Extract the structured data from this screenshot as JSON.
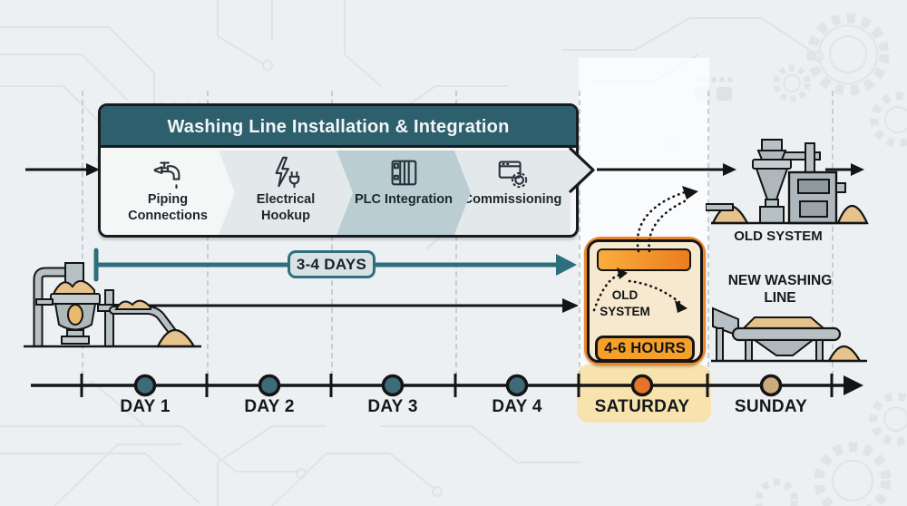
{
  "header": {
    "title": "Washing Line Installation & Integration"
  },
  "phases": [
    {
      "label": "Piping Connections",
      "icon": "faucet-icon"
    },
    {
      "label": "Electrical Hookup",
      "icon": "electrical-plug-icon"
    },
    {
      "label": "PLC Integration",
      "icon": "plc-rack-icon"
    },
    {
      "label": "Commissioning",
      "icon": "commissioning-gear-icon"
    }
  ],
  "duration": {
    "install_badge": "3-4 DAYS",
    "cutover_badge": "4-6 HOURS"
  },
  "cutover_box": {
    "label": "OLD SYSTEM"
  },
  "illustrations": {
    "old_system_label": "OLD SYSTEM",
    "new_washing_line_label": "NEW WASHING LINE"
  },
  "timeline": {
    "days": [
      {
        "label": "DAY 1",
        "dot_color": "#3d6b77",
        "highlighted": false
      },
      {
        "label": "DAY 2",
        "dot_color": "#3d6b77",
        "highlighted": false
      },
      {
        "label": "DAY 3",
        "dot_color": "#3d6b77",
        "highlighted": false
      },
      {
        "label": "DAY 4",
        "dot_color": "#3d6b77",
        "highlighted": false
      },
      {
        "label": "SATURDAY",
        "dot_color": "#e8742c",
        "highlighted": true
      },
      {
        "label": "SUNDAY",
        "dot_color": "#c9ab7e",
        "highlighted": false
      }
    ]
  },
  "colors": {
    "header_teal": "#2d5f6d",
    "arrow_teal": "#2e6f7d",
    "accent_orange": "#e8862b",
    "badge_orange": "#f5a02a",
    "highlight_cream": "#f8e3ae",
    "sand": "#e6c28c",
    "machine_gray": "#b7c0c4",
    "outline_black": "#141414"
  }
}
